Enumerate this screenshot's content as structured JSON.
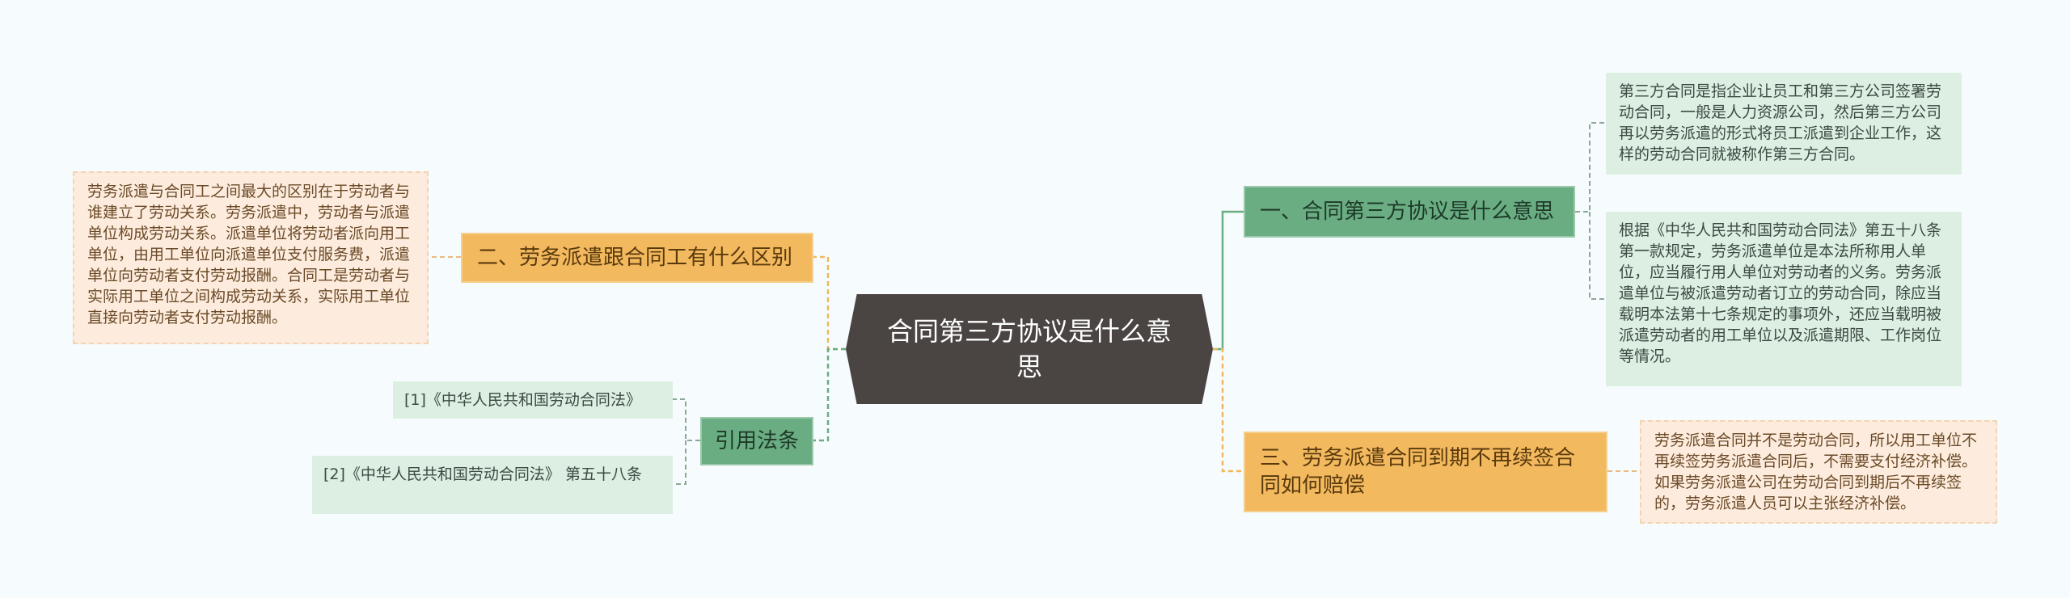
{
  "root": {
    "title": "合同第三方协议是什么意思"
  },
  "right": [
    {
      "label": "一、合同第三方协议是什么意思",
      "notes": [
        " 第三方合同是指企业让员工和第三方公司签署劳动合同，一般是人力资源公司，然后第三方公司再以劳务派遣的形式将员工派遣到企业工作，这样的劳动合同就被称作第三方合同。",
        " 根据《中华人民共和国劳动合同法》第五十八条第一款规定，劳务派遣单位是本法所称用人单位，应当履行用人单位对劳动者的义务。劳务派遣单位与被派遣劳动者订立的劳动合同，除应当载明本法第十七条规定的事项外，还应当载明被派遣劳动者的用工单位以及派遣期限、工作岗位等情况。"
      ]
    },
    {
      "label": "三、劳务派遣合同到期不再续签合同如何赔偿",
      "notes": [
        " 劳务派遣合同并不是劳动合同，所以用工单位不再续签劳务派遣合同后，不需要支付经济补偿。如果劳务派遣公司在劳动合同到期后不再续签的，劳务派遣人员可以主张经济补偿。"
      ]
    }
  ],
  "left": [
    {
      "label": "二、劳务派遣跟合同工有什么区别",
      "notes": [
        " 劳务派遣与合同工之间最大的区别在于劳动者与谁建立了劳动关系。劳务派遣中，劳动者与派遣单位构成劳动关系。派遣单位将劳动者派向用工单位，由用工单位向派遣单位支付服务费，派遣单位向劳动者支付劳动报酬。合同工是劳动者与实际用工单位之间构成劳动关系，实际用工单位直接向劳动者支付劳动报酬。"
      ]
    },
    {
      "label": "引用法条",
      "notes": [
        "[1]《中华人民共和国劳动合同法》",
        "[2]《中华人民共和国劳动合同法》 第五十八条"
      ]
    }
  ],
  "colors": {
    "background": "#f6fcfd",
    "root": "#4a4442",
    "green_topic": "#6aad83",
    "orange_topic": "#f3b95f",
    "green_leaf": "#dcefe2",
    "orange_leaf": "#fdecdd",
    "green_line": "#6aad83",
    "orange_line": "#f0b75c"
  }
}
